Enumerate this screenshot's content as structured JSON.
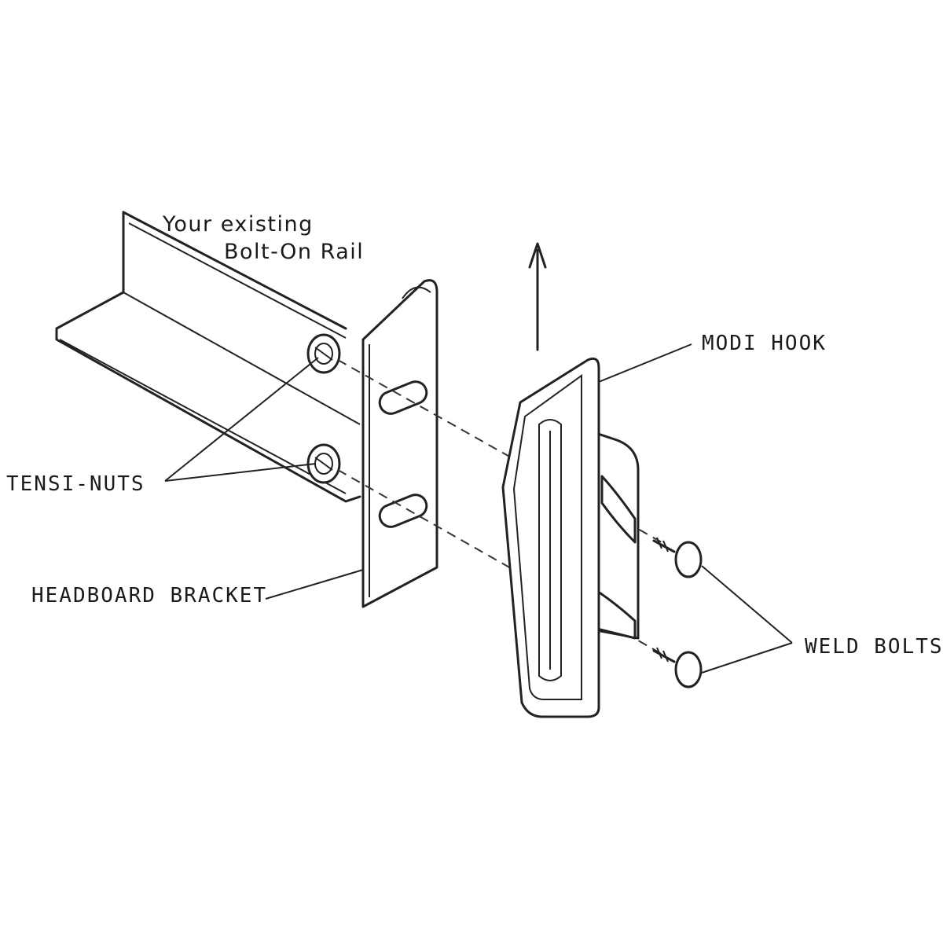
{
  "labels": {
    "rail_line1": "Your existing",
    "rail_line2": "Bolt-On Rail",
    "modi_hook": "MODI HOOK",
    "tensi_nuts": "TENSI-NUTS",
    "headboard_bracket": "HEADBOARD BRACKET",
    "weld_bolts": "WELD BOLTS"
  },
  "colors": {
    "line": "#222222",
    "background": "#ffffff"
  }
}
